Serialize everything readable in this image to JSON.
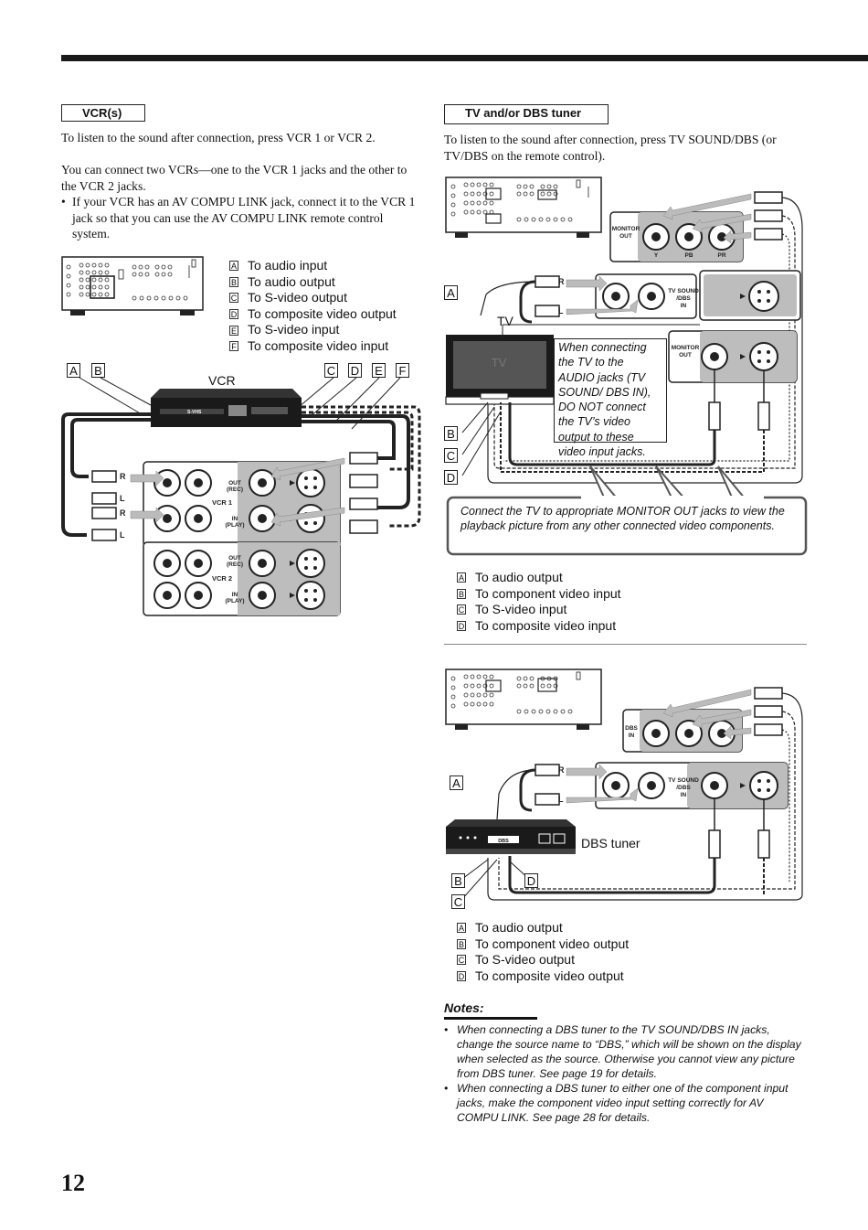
{
  "page_number": "12",
  "vcr": {
    "title": "VCR(s)",
    "para1": "To listen to the sound after connection, press VCR 1 or VCR 2.",
    "para2": "You can connect two VCRs—one to the VCR 1 jacks and the other to the VCR 2 jacks.",
    "bullet": "If your VCR has an AV COMPU LINK jack, connect it to the VCR 1 jack so that you can use the AV COMPU LINK remote control system.",
    "legend": [
      {
        "key": "A",
        "text": "To audio input"
      },
      {
        "key": "B",
        "text": "To audio output"
      },
      {
        "key": "C",
        "text": "To S-video output"
      },
      {
        "key": "D",
        "text": "To composite video output"
      },
      {
        "key": "E",
        "text": "To S-video input"
      },
      {
        "key": "F",
        "text": "To composite video input"
      }
    ],
    "diagram": {
      "device_label": "VCR",
      "svhs_label": "S-VHS",
      "vcr1_label": "VCR 1",
      "vcr2_label": "VCR 2",
      "out_label": "OUT",
      "rec_label": "(REC)",
      "in_label": "IN",
      "play_label": "(PLAY)",
      "r_label": "R",
      "l_label": "L",
      "keys_left": [
        "A",
        "B"
      ],
      "keys_right": [
        "C",
        "D",
        "E",
        "F"
      ]
    }
  },
  "tv": {
    "title": "TV and/or DBS tuner",
    "para1": "To listen to the sound after connection, press TV SOUND/DBS (or TV/DBS on the remote control).",
    "diagram": {
      "monitor_out": "MONITOR",
      "monitor_out2": "OUT",
      "y_label": "Y",
      "pb_label": "PB",
      "pr_label": "PR",
      "tv_sound_1": "TV SOUND",
      "tv_sound_2": "/DBS",
      "tv_sound_3": "IN",
      "monitor_out_b1": "MONITOR",
      "monitor_out_b2": "OUT",
      "tv_label": "TV",
      "tv_screen": "TV",
      "key_a": "A",
      "keys": [
        "B",
        "C",
        "D"
      ],
      "r_label": "R",
      "l_label": "L",
      "callout": "When connecting the TV to the AUDIO jacks (TV SOUND/ DBS IN), DO NOT connect the TV’s video output to these video input jacks.",
      "bottom_callout": "Connect the TV to appropriate MONITOR OUT jacks to view the playback picture from any other connected video components."
    },
    "legend": [
      {
        "key": "A",
        "text": "To audio output"
      },
      {
        "key": "B",
        "text": "To component video input"
      },
      {
        "key": "C",
        "text": "To S-video input"
      },
      {
        "key": "D",
        "text": "To composite video input"
      }
    ]
  },
  "dbs": {
    "diagram": {
      "dbs_in_1": "DBS",
      "dbs_in_2": "IN",
      "tv_sound_1": "TV SOUND",
      "tv_sound_2": "/DBS",
      "tv_sound_3": "IN",
      "device_label": "DBS tuner",
      "device_badge": "DBS",
      "key_a": "A",
      "key_b": "B",
      "key_c": "C",
      "key_d": "D",
      "r_label": "R",
      "l_label": "L"
    },
    "legend": [
      {
        "key": "A",
        "text": "To audio output"
      },
      {
        "key": "B",
        "text": "To component video output"
      },
      {
        "key": "C",
        "text": "To S-video output"
      },
      {
        "key": "D",
        "text": "To composite video output"
      }
    ]
  },
  "notes": {
    "title": "Notes:",
    "items": [
      "When connecting a DBS tuner to the TV SOUND/DBS IN jacks, change the source name to “DBS,” which will be shown on the display when selected as the source. Otherwise you cannot view any picture from DBS tuner. See page 19 for details.",
      "When connecting a DBS tuner to either one of the component input jacks, make the component video input setting correctly for AV COMPU LINK. See page 28 for details."
    ]
  }
}
